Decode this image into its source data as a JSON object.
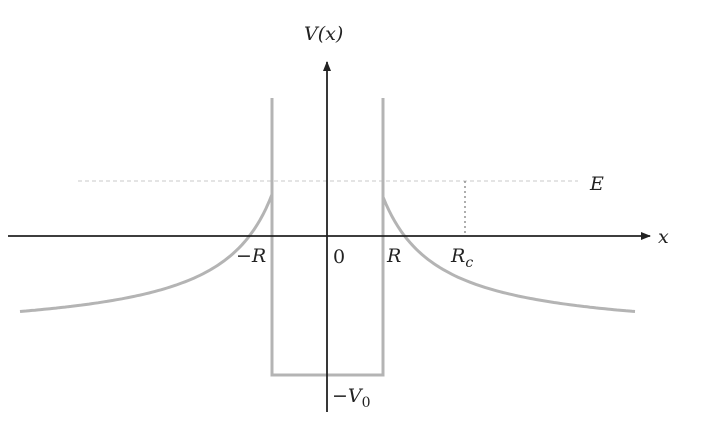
{
  "labels": {
    "y_axis": "V(x)",
    "x_axis": "x",
    "energy": "E",
    "minus_r": "−R",
    "origin": "0",
    "r": "R",
    "rc": "R",
    "rc_sub": "c",
    "minus_v0": "−V",
    "v0_sub": "0"
  },
  "colors": {
    "curve": "#b4b4b4",
    "axis": "#222222",
    "guide": "#c8c8c8",
    "dotted": "#777777"
  }
}
